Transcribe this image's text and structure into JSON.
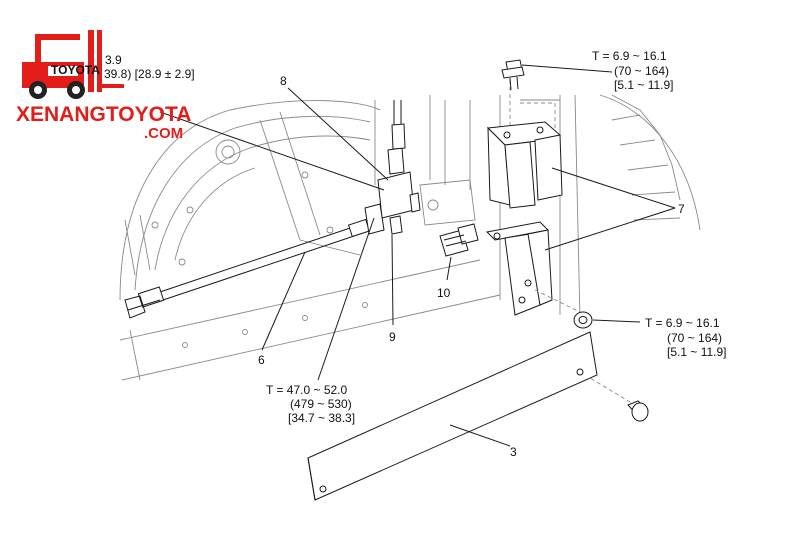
{
  "logo": {
    "brand": "XENANGTOYOTA",
    "domain": ".COM",
    "truck_label": "TOYOTA"
  },
  "torque_specs": {
    "top_left_partial_1": "3.9",
    "top_left_partial_2": "39.8) [28.9 ± 2.9]",
    "bracket_bolt": {
      "nm": "T = 6.9 ~ 16.1",
      "kgf": "(70 ~ 164)",
      "ftlbf": "[5.1 ~ 11.9]"
    },
    "nut": {
      "nm": "T = 6.9 ~ 16.1",
      "kgf": "(70 ~ 164)",
      "ftlbf": "[5.1 ~ 11.9]"
    },
    "joint": {
      "nm": "T = 47.0 ~ 52.0",
      "kgf": "(479 ~ 530)",
      "ftlbf": "[34.7 ~ 38.3]"
    }
  },
  "callouts": {
    "c3": "3",
    "c6": "6",
    "c7": "7",
    "c8": "8",
    "c9": "9",
    "c10": "10"
  }
}
